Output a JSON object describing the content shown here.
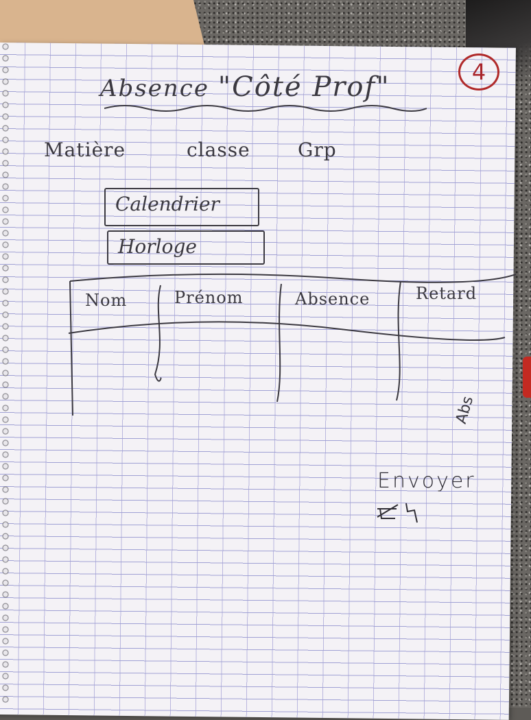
{
  "page": {
    "title": "Absence",
    "title_quote": "\"Côté Prof\"",
    "screen_number": "4"
  },
  "filters": {
    "matiere": "Matière",
    "classe": "classe",
    "grp": "Grp"
  },
  "pickers": {
    "calendar_label": "Calendrier",
    "clock_label": "Horloge"
  },
  "table": {
    "columns": [
      "Nom",
      "Prénom",
      "Absence",
      "Retard"
    ]
  },
  "side_note": "Abs",
  "actions": {
    "send_label": "Envoyer"
  },
  "colors": {
    "ink": "#3a3840",
    "circle_ink": "#b02a2a",
    "grid_line": "#9fa0d4"
  },
  "icons": {
    "send": "send-icon"
  }
}
